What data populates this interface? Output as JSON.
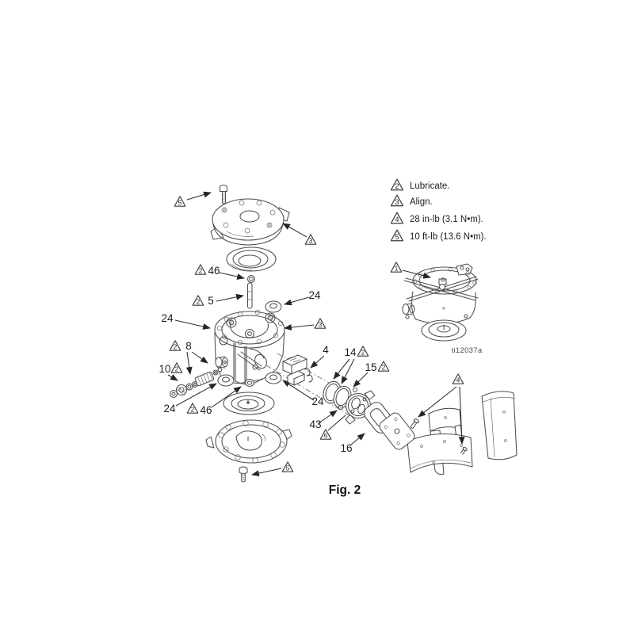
{
  "page": {
    "background": "#ffffff"
  },
  "figure": {
    "caption": "Fig. 2",
    "drawing_code": "ti12037a"
  },
  "colors": {
    "line": "#4e4e4e",
    "text": "#1c1c1c",
    "arrow": "#2c2c2c",
    "background": "#ffffff"
  },
  "legend": {
    "items": [
      {
        "ref": "2",
        "text": "Lubricate."
      },
      {
        "ref": "3",
        "text": "Align."
      },
      {
        "ref": "4",
        "text": "28 in-lb (3.1 N•m)."
      },
      {
        "ref": "5",
        "text": "10 ft-lb (13.6 N•m)."
      }
    ]
  },
  "callouts": [
    {
      "text": "46"
    },
    {
      "text": "5"
    },
    {
      "text": "24"
    },
    {
      "text": "24"
    },
    {
      "text": "8"
    },
    {
      "text": "10"
    },
    {
      "text": "24"
    },
    {
      "text": "46"
    },
    {
      "text": "4"
    },
    {
      "text": "14"
    },
    {
      "text": "15"
    },
    {
      "text": "24"
    },
    {
      "text": "43"
    },
    {
      "text": "16"
    }
  ],
  "triangle_refs": [
    {
      "ref": "5"
    },
    {
      "ref": "3"
    },
    {
      "ref": "2"
    },
    {
      "ref": "2"
    },
    {
      "ref": "3"
    },
    {
      "ref": "2"
    },
    {
      "ref": "2"
    },
    {
      "ref": "2"
    },
    {
      "ref": "2"
    },
    {
      "ref": "2"
    },
    {
      "ref": "6"
    },
    {
      "ref": "5"
    },
    {
      "ref": "4"
    },
    {
      "ref": "1"
    }
  ]
}
